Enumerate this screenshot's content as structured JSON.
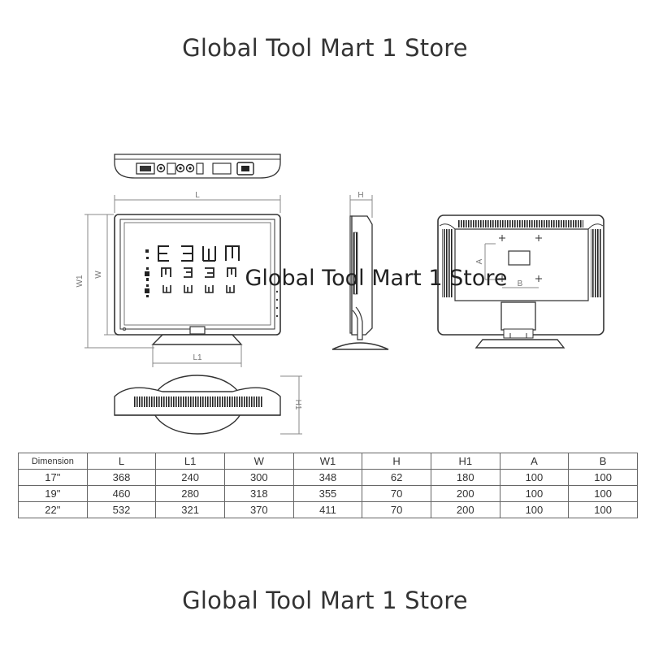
{
  "header": {
    "store_name": "Global Tool Mart 1 Store"
  },
  "footer": {
    "store_name": "Global Tool Mart 1 Store"
  },
  "watermark": {
    "text": "Global Tool Mart 1 Store"
  },
  "drawing": {
    "labels": {
      "L": "L",
      "L1": "L1",
      "W": "W",
      "W1": "W1",
      "H": "H",
      "H1": "H1",
      "A": "A",
      "B": "B"
    }
  },
  "dimension_table": {
    "columns": [
      "Dimension",
      "L",
      "L1",
      "W",
      "W1",
      "H",
      "H1",
      "A",
      "B"
    ],
    "rows": [
      [
        "17\"",
        "368",
        "240",
        "300",
        "348",
        "62",
        "180",
        "100",
        "100"
      ],
      [
        "19\"",
        "460",
        "280",
        "318",
        "355",
        "70",
        "200",
        "100",
        "100"
      ],
      [
        "22\"",
        "532",
        "321",
        "370",
        "411",
        "70",
        "200",
        "100",
        "100"
      ]
    ]
  }
}
